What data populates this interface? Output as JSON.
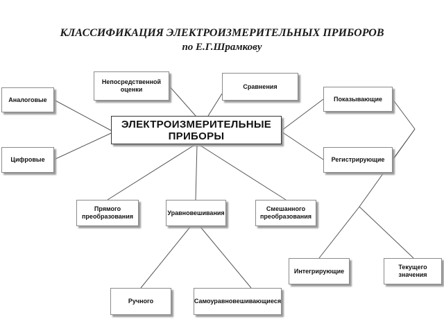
{
  "title": {
    "line1": "КЛАССИФИКАЦИЯ ЭЛЕКТРОИЗМЕРИТЕЛЬНЫХ ПРИБОРОВ",
    "line2": "по Е.Г.Шрамкову"
  },
  "nodes": {
    "main": "ЭЛЕКТРОИЗМЕРИТЕЛЬНЫЕ\nПРИБОРЫ",
    "analog": "Аналоговые",
    "digital": "Цифровые",
    "direct_estimate": "Непосредственной\nоценки",
    "comparison": "Сравнения",
    "indicating": "Показывающие",
    "recording": "Регистрирующие",
    "direct_conversion": "Прямого\nпреобразования",
    "balancing": "Уравновешивания",
    "mixed_conversion": "Смешанного\nпреобразования",
    "manual": "Ручного",
    "self_balancing": "Самоуравновешивающиеся",
    "integrating": "Интегрирующие",
    "current_value": "Текущего\nзначения"
  },
  "colors": {
    "line": "#555555",
    "border": "#8a8a8a",
    "shadow": "#9a9a9a"
  }
}
